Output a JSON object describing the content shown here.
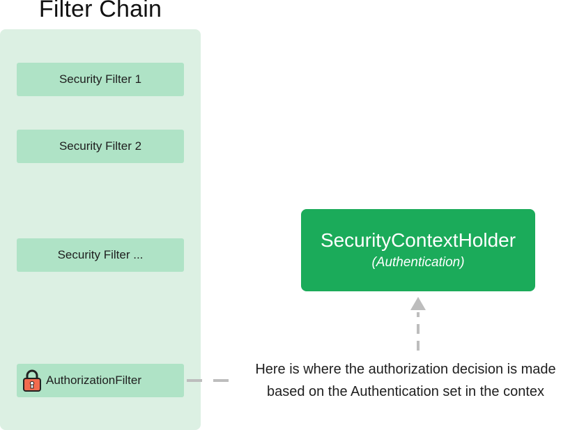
{
  "chain": {
    "title": "Filter Chain",
    "filters": [
      {
        "label": "Security Filter 1"
      },
      {
        "label": "Security Filter 2"
      },
      {
        "label": "Security Filter ..."
      },
      {
        "label": "AuthorizationFilter",
        "icon": "lock-icon"
      }
    ]
  },
  "holder": {
    "title": "SecurityContextHolder",
    "subtitle": "(Authentication)"
  },
  "note": {
    "line1": "Here is where the authorization decision is made",
    "line2": "based on the Authentication set in the contex"
  },
  "colors": {
    "panel": "#dcf0e3",
    "filter": "#afe3c6",
    "holder": "#1bab5a",
    "connector": "#bdbdbd",
    "lock": "#f26b4f"
  }
}
